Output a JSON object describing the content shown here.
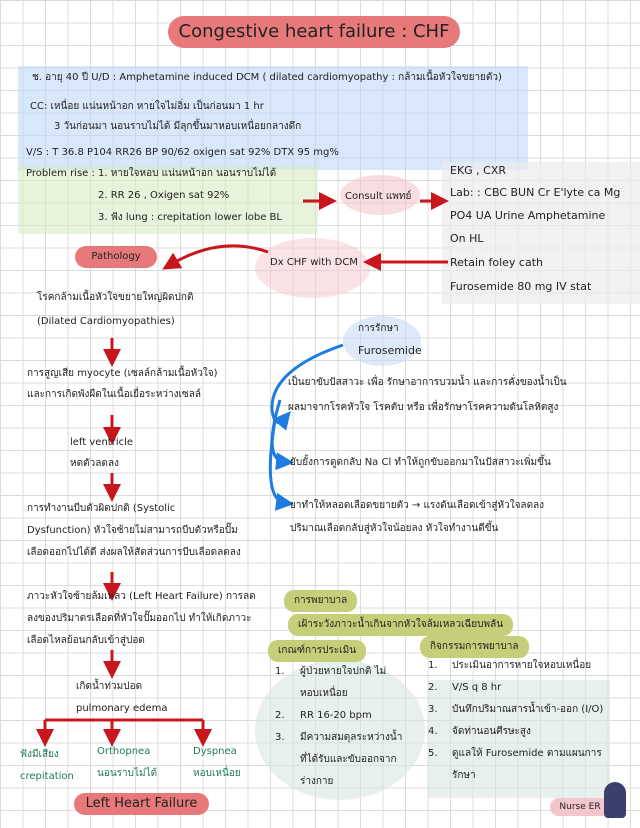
{
  "title": "Congestive heart failure : CHF",
  "patient": {
    "line1": "ช. อายุ 40 ปี U/D : Amphetamine induced DCM ( dilated cardiomyopathy : กล้ามเนื้อหัวใจขยายตัว)",
    "cc1": "CC: เหนื่อย แน่นหน้าอก หายใจไม่อิ่ม เป็นก่อนมา 1 hr",
    "cc2": "3 วันก่อนมา นอนราบไม่ได้ มีลุกขึ้นมาหอบเหนื่อยกลางดึก",
    "vs": "V/S : T 36.8 P104 RR26 BP 90/62 oxigen sat 92% DTX 95 mg%"
  },
  "problems": {
    "label": "Problem rise :",
    "items": [
      "1. หายใจหอบ แน่นหน้าอก นอนราบไม่ได้",
      "2. RR 26 , Oxigen sat 92%",
      "3. ฟัง lung : crepitation lower lobe BL"
    ]
  },
  "consult": "Consult แพทย์",
  "orders": [
    "EKG , CXR",
    "Lab: :  CBC BUN Cr E'lyte ca Mg",
    "PO4 UA Urine Amphetamine",
    "On HL",
    "Retain foley cath",
    "Furosemide 80 mg IV stat"
  ],
  "dx": "Dx CHF with DCM",
  "pathology": {
    "label": "Pathology",
    "steps": [
      "โรคกล้ามเนื้อหัวใจขยายใหญ่ผิดปกติ",
      "(Dilated Cardiomyopathies)",
      "การสูญเสีย myocyte  (เซลล์กล้ามเนื้อหัวใจ)",
      "และการเกิดพังผืดในเนื้อเยื่อระหว่างเซลล์",
      "left ventricle",
      "หดตัวลดลง",
      "การทำงานบีบตัวผิดปกติ (Systolic",
      "Dysfunction) หัวใจซ้ายไม่สามารถบีบตัวหรือปั๊ม",
      "เลือดออกไปได้ดี ส่งผลให้สัดส่วนการบีบเลือดลดลง",
      "ภาวะหัวใจซ้ายล้มเหลว (Left Heart Failure) การลด",
      "ลงของปริมาตรเลือดที่หัวใจปั๊มออกไป ทำให้เกิดภาวะ",
      "เลือดไหลย้อนกลับเข้าสู่ปอด",
      "เกิดน้ำท่วมปอด",
      "pulmonary edema"
    ],
    "symptoms": [
      [
        "ฟังมีเสียง",
        "crepitation"
      ],
      [
        "Orthopnea",
        "นอนราบไม่ได้"
      ],
      [
        "Dyspnea",
        "หอบเหนื่อย"
      ]
    ],
    "result": "Left Heart Failure"
  },
  "treatment": {
    "label": "การรักษา",
    "drug": "Furosemide",
    "effects": [
      "เป็นยาขับปัสสาวะ เพื่อ รักษาอาการบวมน้ำ และการคั่งของน้ำเป็น",
      "ผลมาจากโรคหัวใจ โรคตับ หรือ เพื่อรักษาโรคความดันโลหิตสูง",
      "ยับยั้งการดูดกลับ Na Cl ทำให้ถูกขับออกมาในปัสสาวะเพิ่มขึ้น",
      "ยาทำให้หลอดเลือดขยายตัว → แรงดันเลือดเข้าสู่หัวใจลดลง",
      "ปริมาณเลือดกลับสู่หัวใจน้อยลง หัวใจทำงานดีขึ้น"
    ]
  },
  "nursing": {
    "label": "การพยาบาล",
    "goal": "เฝ้าระวังภาวะน้ำเกินจากหัวใจล้มเหลวเฉียบพลัน",
    "criteria_label": "เกณฑ์การประเมิน",
    "criteria": [
      [
        "1.",
        "ผู้ป่วยหายใจปกติ ไม่",
        "หอบเหนื่อย"
      ],
      [
        "2.",
        "RR 16-20 bpm"
      ],
      [
        "3.",
        "มีความสมดุลระหว่างน้ำ",
        "ที่ได้รับและขับออกจาก",
        "ร่างกาย"
      ]
    ],
    "activities_label": "กิจกรรมการพยาบาล",
    "activities": [
      [
        "1.",
        "ประเมินอาการหายใจหอบเหนื่อย"
      ],
      [
        "2.",
        "V/S q 8 hr"
      ],
      [
        "3.",
        "บันทึกปริมาณสารน้ำเข้า-ออก (I/O)"
      ],
      [
        "4.",
        "จัดท่านอนศีรษะสูง"
      ],
      [
        "5.",
        "ดูแลให้ Furosemide ตามแผนการ",
        "รักษา"
      ]
    ]
  },
  "badge": "Nurse ER",
  "colors": {
    "red": "#c8161d",
    "blue": "#1e7be0",
    "pink": "#e7797a",
    "olive": "#c5cf7a"
  }
}
